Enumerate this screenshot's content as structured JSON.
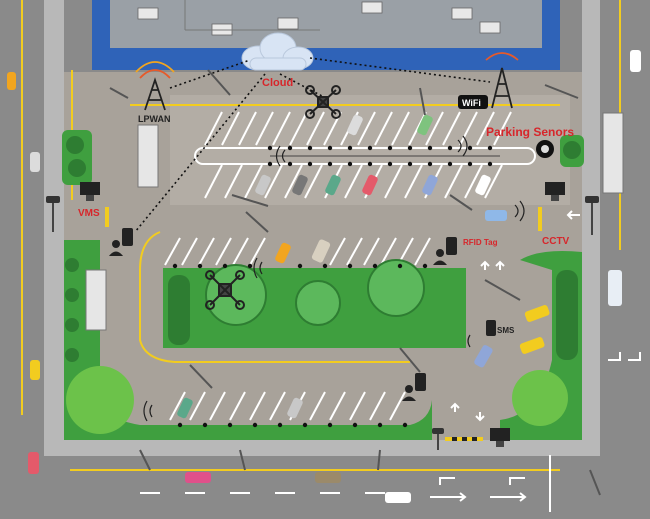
{
  "labels": {
    "cloud": "Cloud",
    "lpwan": "LPWAN",
    "wifi": "WiFi",
    "parking_sensors": "Parking Senors",
    "vms": "VMS",
    "rfid_tag": "RFID Tag",
    "cctv": "CCTV",
    "sms": "SMS"
  },
  "colors": {
    "label_red": "#d7262b",
    "grass": "#3f9f3f",
    "road": "#8b8b8b",
    "lot": "#a8a29a",
    "building_blue": "#2f63b8",
    "roof": "#9aa0a6",
    "yellow_line": "#f2cc1f"
  },
  "icons": [
    "cloud-icon",
    "antenna-icon",
    "drone-icon",
    "camera-icon",
    "phone-icon",
    "monitor-icon",
    "car-icon",
    "truck-icon",
    "tree-icon"
  ]
}
